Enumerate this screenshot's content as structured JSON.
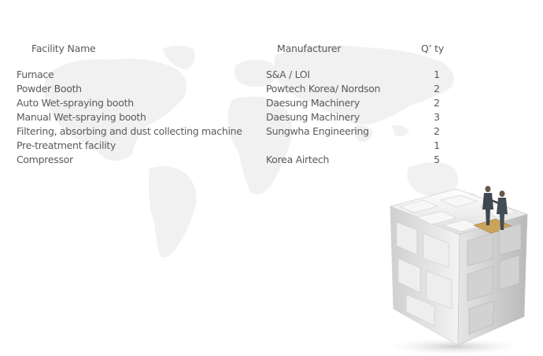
{
  "header": {
    "facility_name": "Facility Name",
    "manufacturer": "Manufacturer",
    "qty": "Q’ ty"
  },
  "rows": [
    {
      "name": "Furnace",
      "manufacturer": "S&A / LOI",
      "qty": "1"
    },
    {
      "name": "Powder Booth",
      "manufacturer": "Powtech Korea/ Nordson",
      "qty": "2"
    },
    {
      "name": "Auto Wet-spraying booth",
      "manufacturer": "Daesung Machinery",
      "qty": "2"
    },
    {
      "name": "Manual Wet-spraying booth",
      "manufacturer": "Daesung Machinery",
      "qty": "3"
    },
    {
      "name": "Filtering, absorbing and dust collecting machine",
      "manufacturer": "Sungwha Engineering",
      "qty": "2"
    },
    {
      "name": "Pre-treatment facility",
      "manufacturer": "",
      "qty": "1"
    },
    {
      "name": "Compressor",
      "manufacturer": "Korea Airtech",
      "qty": "5"
    }
  ]
}
